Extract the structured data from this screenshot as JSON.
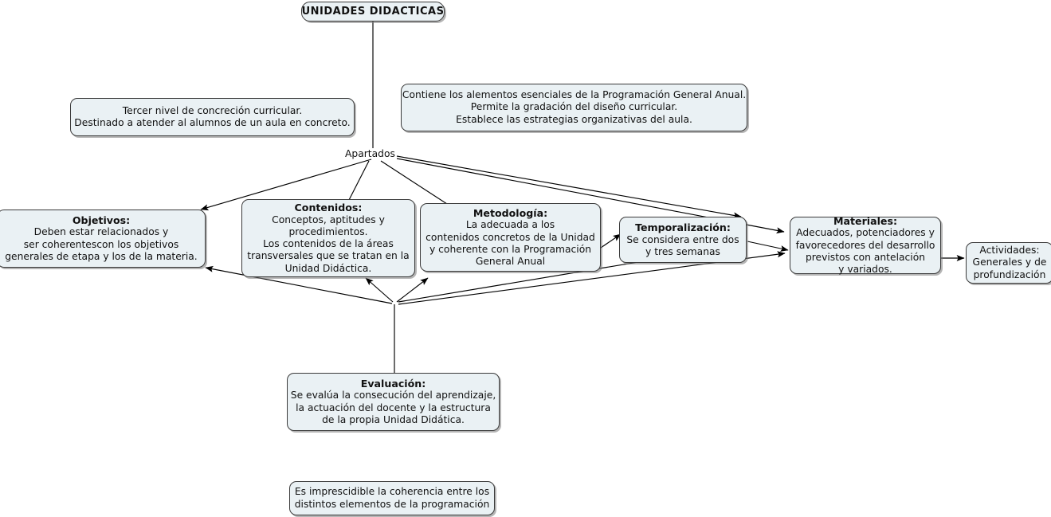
{
  "diagram": {
    "type": "concept-map",
    "title": "UNIDADES DIDACTICAS",
    "background": "#ffffff",
    "node_fill": "#eaf1f4",
    "node_stroke": "#3a3a3a",
    "edge_color": "#000000"
  },
  "nodes": {
    "root": {
      "label": "UNIDADES DIDACTICAS"
    },
    "hub_apartados": {
      "label": "Apartados"
    },
    "nivel": {
      "lines": [
        "Tercer nivel de concreción curricular.",
        "Destinado a atender al alumnos de un aula en concreto."
      ]
    },
    "contiene": {
      "lines": [
        "Contiene los alementos esenciales de la Programación General Anual.",
        "Permite la gradación del diseño curricular.",
        "Establece las estrategias organizativas del aula."
      ]
    },
    "objetivos": {
      "title": "Objetivos:",
      "lines": [
        "Deben estar relacionados y",
        "ser coherentescon los objetivos",
        "generales de etapa y los de la materia."
      ]
    },
    "contenidos": {
      "title": "Contenidos:",
      "lines": [
        "Conceptos, aptitudes y",
        "procedimientos.",
        "Los contenidos de la áreas",
        "transversales que se tratan en la",
        "Unidad Didáctica."
      ]
    },
    "metodologia": {
      "title": "Metodología:",
      "lines": [
        "La adecuada a los",
        "contenidos concretos de la Unidad",
        "y coherente con la Programación",
        "General Anual"
      ]
    },
    "temporalizacion": {
      "title": "Temporalización:",
      "lines": [
        "Se considera entre dos",
        "y tres semanas"
      ]
    },
    "materiales": {
      "title": "Materiales:",
      "lines": [
        "Adecuados, potenciadores y",
        "favorecedores del desarrollo",
        "previstos con antelación",
        "y variados."
      ]
    },
    "actividades": {
      "title": "",
      "lines": [
        "Actividades:",
        "Generales y de",
        "profundización"
      ]
    },
    "evaluacion": {
      "title": "Evaluación:",
      "lines": [
        "Se evalúa la consecución del aprendizaje,",
        "la actuación del docente y la estructura",
        "de la propia Unidad Didática."
      ]
    },
    "coherencia": {
      "lines": [
        "Es imprescidible la coherencia entre los",
        "distintos elementos de la programación"
      ]
    }
  }
}
